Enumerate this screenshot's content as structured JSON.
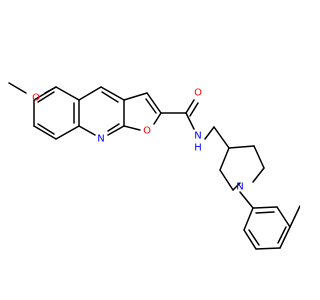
{
  "atoms": {
    "methoxy_o": {
      "label": "O",
      "color": "#ff0000"
    },
    "quinoline_n": {
      "label": "N",
      "color": "#0000ff"
    },
    "furan_o": {
      "label": "O",
      "color": "#ff0000"
    },
    "carbonyl_o": {
      "label": "O",
      "color": "#ff0000"
    },
    "amide_nh": {
      "label": "N",
      "h_label": "H",
      "color": "#0000ff"
    },
    "piperidine_n": {
      "label": "N",
      "color": "#0000ff"
    }
  },
  "colors": {
    "bond": "#000000",
    "background": "#ffffff"
  }
}
